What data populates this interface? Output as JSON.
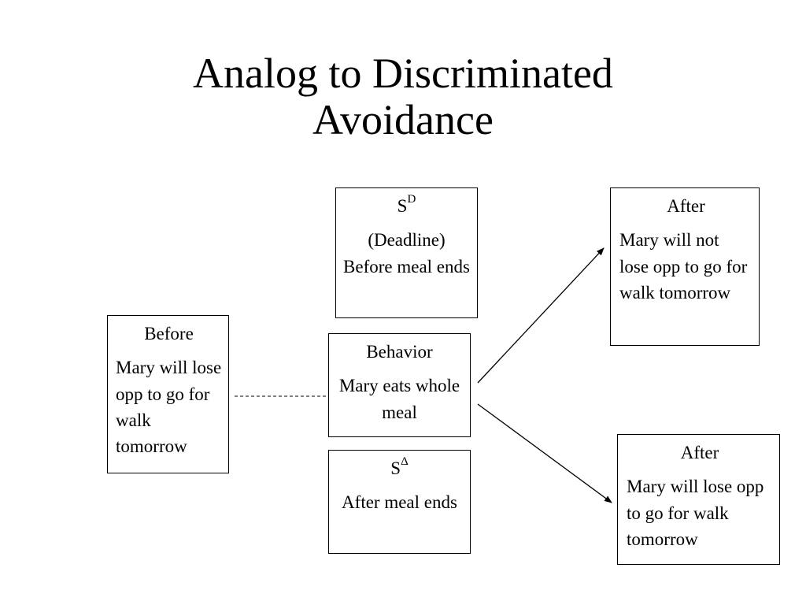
{
  "title": {
    "line1": "Analog to Discriminated",
    "line2": "Avoidance"
  },
  "before": {
    "heading": "Before",
    "text": "Mary will lose opp to go for walk tomorrow"
  },
  "sd": {
    "heading_base": "S",
    "heading_sup": "D",
    "text": "(Deadline) Before meal ends"
  },
  "behavior": {
    "heading": "Behavior",
    "text": "Mary eats whole meal"
  },
  "sdelta": {
    "heading_base": "S",
    "heading_sup": "Δ",
    "text": "After meal ends"
  },
  "after_top": {
    "heading": "After",
    "text": "Mary will not lose opp to go for walk tomorrow"
  },
  "after_bottom": {
    "heading": "After",
    "text": "Mary will lose opp to go for walk tomorrow"
  }
}
